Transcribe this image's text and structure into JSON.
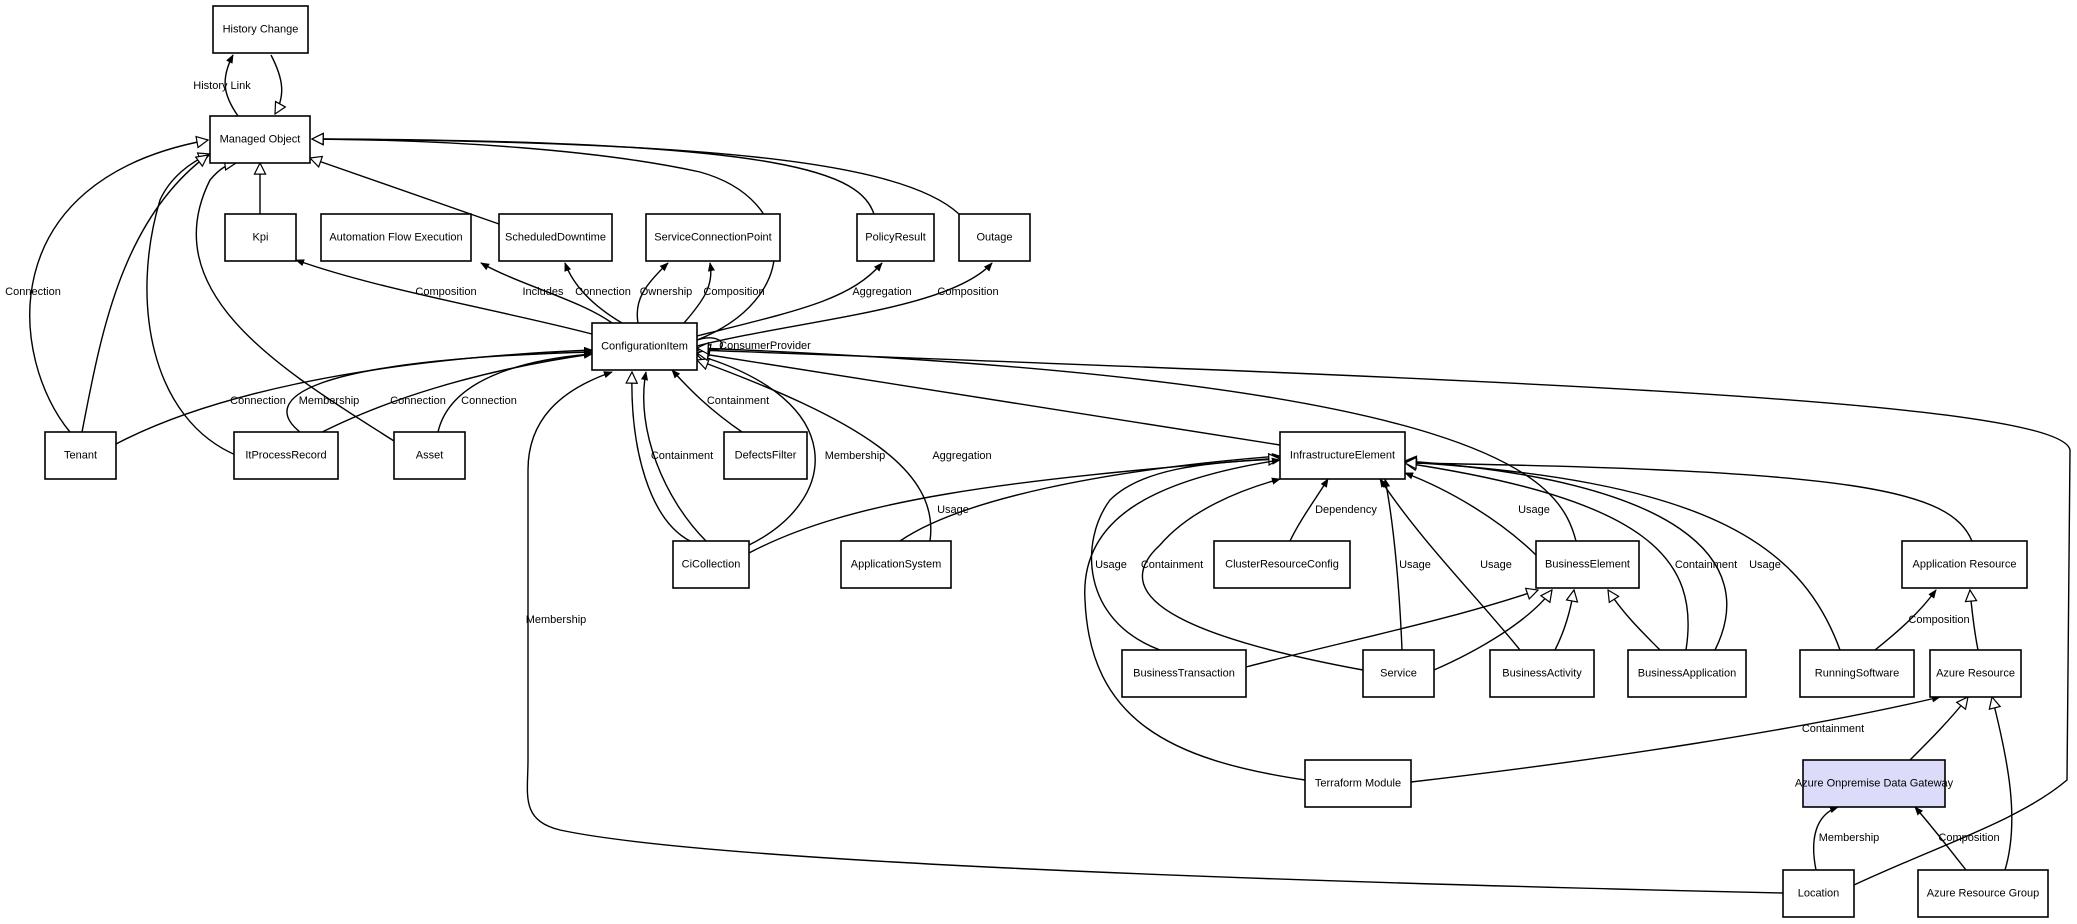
{
  "colors": {
    "line": "#000000",
    "node_fill": "#ffffff",
    "highlight_fill": "#dcdcfa"
  },
  "nodes": [
    {
      "id": "history_change",
      "label": "History Change"
    },
    {
      "id": "managed_object",
      "label": "Managed Object"
    },
    {
      "id": "kpi",
      "label": "Kpi"
    },
    {
      "id": "automation_flow",
      "label": "Automation Flow Execution"
    },
    {
      "id": "scheduled_downtime",
      "label": "ScheduledDowntime"
    },
    {
      "id": "service_connection_point",
      "label": "ServiceConnectionPoint"
    },
    {
      "id": "policy_result",
      "label": "PolicyResult"
    },
    {
      "id": "outage",
      "label": "Outage"
    },
    {
      "id": "configuration_item",
      "label": "ConfigurationItem"
    },
    {
      "id": "tenant",
      "label": "Tenant"
    },
    {
      "id": "itprocess_record",
      "label": "ItProcessRecord"
    },
    {
      "id": "asset",
      "label": "Asset"
    },
    {
      "id": "defects_filter",
      "label": "DefectsFilter"
    },
    {
      "id": "infrastructure_element",
      "label": "InfrastructureElement"
    },
    {
      "id": "ci_collection",
      "label": "CiCollection"
    },
    {
      "id": "application_system",
      "label": "ApplicationSystem"
    },
    {
      "id": "cluster_resource_config",
      "label": "ClusterResourceConfig"
    },
    {
      "id": "business_element",
      "label": "BusinessElement"
    },
    {
      "id": "application_resource",
      "label": "Application Resource"
    },
    {
      "id": "business_transaction",
      "label": "BusinessTransaction"
    },
    {
      "id": "service",
      "label": "Service"
    },
    {
      "id": "business_activity",
      "label": "BusinessActivity"
    },
    {
      "id": "business_application",
      "label": "BusinessApplication"
    },
    {
      "id": "running_software",
      "label": "RunningSoftware"
    },
    {
      "id": "azure_resource",
      "label": "Azure Resource"
    },
    {
      "id": "terraform_module",
      "label": "Terraform Module"
    },
    {
      "id": "azure_gateway",
      "label": "Azure Onpremise Data Gateway"
    },
    {
      "id": "location",
      "label": "Location"
    },
    {
      "id": "azure_resource_group",
      "label": "Azure Resource Group"
    }
  ],
  "edges": [
    {
      "id": "history_link_out",
      "label": "History Link"
    },
    {
      "id": "history_link_back",
      "label": ""
    },
    {
      "id": "tenant_inherits",
      "label": ""
    },
    {
      "id": "itprocess_inherits",
      "label": ""
    },
    {
      "id": "asset_inherits",
      "label": ""
    },
    {
      "id": "kpi_inherits",
      "label": ""
    },
    {
      "id": "scheduled_inherits",
      "label": ""
    },
    {
      "id": "ci_inherits",
      "label": ""
    },
    {
      "id": "policy_inherits",
      "label": ""
    },
    {
      "id": "outage_inherits",
      "label": ""
    },
    {
      "id": "tenant_connection",
      "label": "Connection"
    },
    {
      "id": "ci_kpi",
      "label": "Composition"
    },
    {
      "id": "ci_automation",
      "label": "Includes"
    },
    {
      "id": "ci_scheduled",
      "label": "Connection"
    },
    {
      "id": "ci_scp_ownership",
      "label": "Ownership"
    },
    {
      "id": "ci_scp_composition",
      "label": "Composition"
    },
    {
      "id": "ci_policy",
      "label": "Aggregation"
    },
    {
      "id": "ci_outage",
      "label": "Composition"
    },
    {
      "id": "ci_self",
      "label": "ConsumerProvider"
    },
    {
      "id": "tenant_ci",
      "label": "Connection"
    },
    {
      "id": "itprocess_ci",
      "label": "Membership"
    },
    {
      "id": "itprocess_ci_conn",
      "label": "Connection"
    },
    {
      "id": "asset_ci",
      "label": "Connection"
    },
    {
      "id": "defects_ci",
      "label": "Containment"
    },
    {
      "id": "cicollection_inherits",
      "label": ""
    },
    {
      "id": "cicollection_containment",
      "label": "Containment"
    },
    {
      "id": "cicollection_membership",
      "label": "Membership"
    },
    {
      "id": "appsystem_aggregation",
      "label": "Aggregation"
    },
    {
      "id": "location_membership",
      "label": "Membership"
    },
    {
      "id": "location_ci",
      "label": ""
    },
    {
      "id": "infra_inherits",
      "label": ""
    },
    {
      "id": "businesselement_inherits",
      "label": ""
    },
    {
      "id": "cicollection_usage",
      "label": "Usage"
    },
    {
      "id": "appsystem_infra",
      "label": ""
    },
    {
      "id": "cluster_dependency",
      "label": "Dependency"
    },
    {
      "id": "bt_usage",
      "label": "Usage"
    },
    {
      "id": "service_containment",
      "label": "Containment"
    },
    {
      "id": "service_usage",
      "label": "Usage"
    },
    {
      "id": "activity_usage",
      "label": "Usage"
    },
    {
      "id": "businesselement_usage",
      "label": "Usage"
    },
    {
      "id": "bizapp_containment",
      "label": "Containment"
    },
    {
      "id": "bizapp_usage",
      "label": "Usage"
    },
    {
      "id": "runningsoftware_infra",
      "label": ""
    },
    {
      "id": "appresource_inherits",
      "label": ""
    },
    {
      "id": "terraform_infra",
      "label": ""
    },
    {
      "id": "bt_inherits",
      "label": ""
    },
    {
      "id": "service_inherits",
      "label": ""
    },
    {
      "id": "activity_inherits",
      "label": ""
    },
    {
      "id": "bizapp_inherits",
      "label": ""
    },
    {
      "id": "runningsoftware_composition",
      "label": "Composition"
    },
    {
      "id": "azure_inherits",
      "label": ""
    },
    {
      "id": "terraform_containment",
      "label": "Containment"
    },
    {
      "id": "gateway_inherits",
      "label": ""
    },
    {
      "id": "group_inherits",
      "label": ""
    },
    {
      "id": "location_gateway",
      "label": "Membership"
    },
    {
      "id": "group_gateway",
      "label": "Composition"
    }
  ]
}
